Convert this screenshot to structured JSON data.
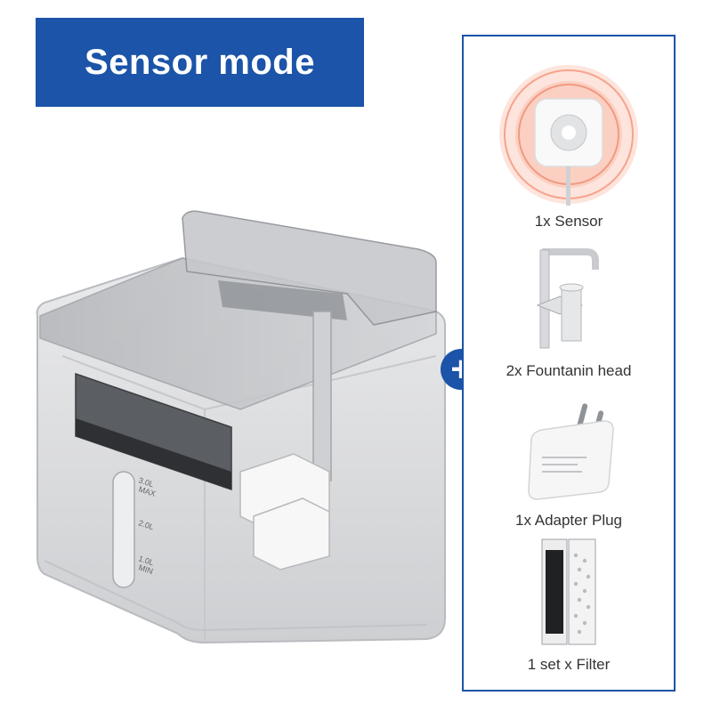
{
  "banner": {
    "title": "Sensor mode"
  },
  "product": {
    "scale_marks": [
      "3.0L",
      "MAX",
      "2.0L",
      "1.0L",
      "MIN"
    ]
  },
  "plus_badge": {
    "symbol": "+"
  },
  "accessories": [
    {
      "label": "1x Sensor",
      "icon": "sensor-icon"
    },
    {
      "label": "2x Fountanin head",
      "icon": "fountain-head-icon"
    },
    {
      "label": "1x Adapter Plug",
      "icon": "adapter-plug-icon"
    },
    {
      "label": "1 set x Filter",
      "icon": "filter-icon"
    }
  ],
  "colors": {
    "accent": "#1b54a8"
  }
}
